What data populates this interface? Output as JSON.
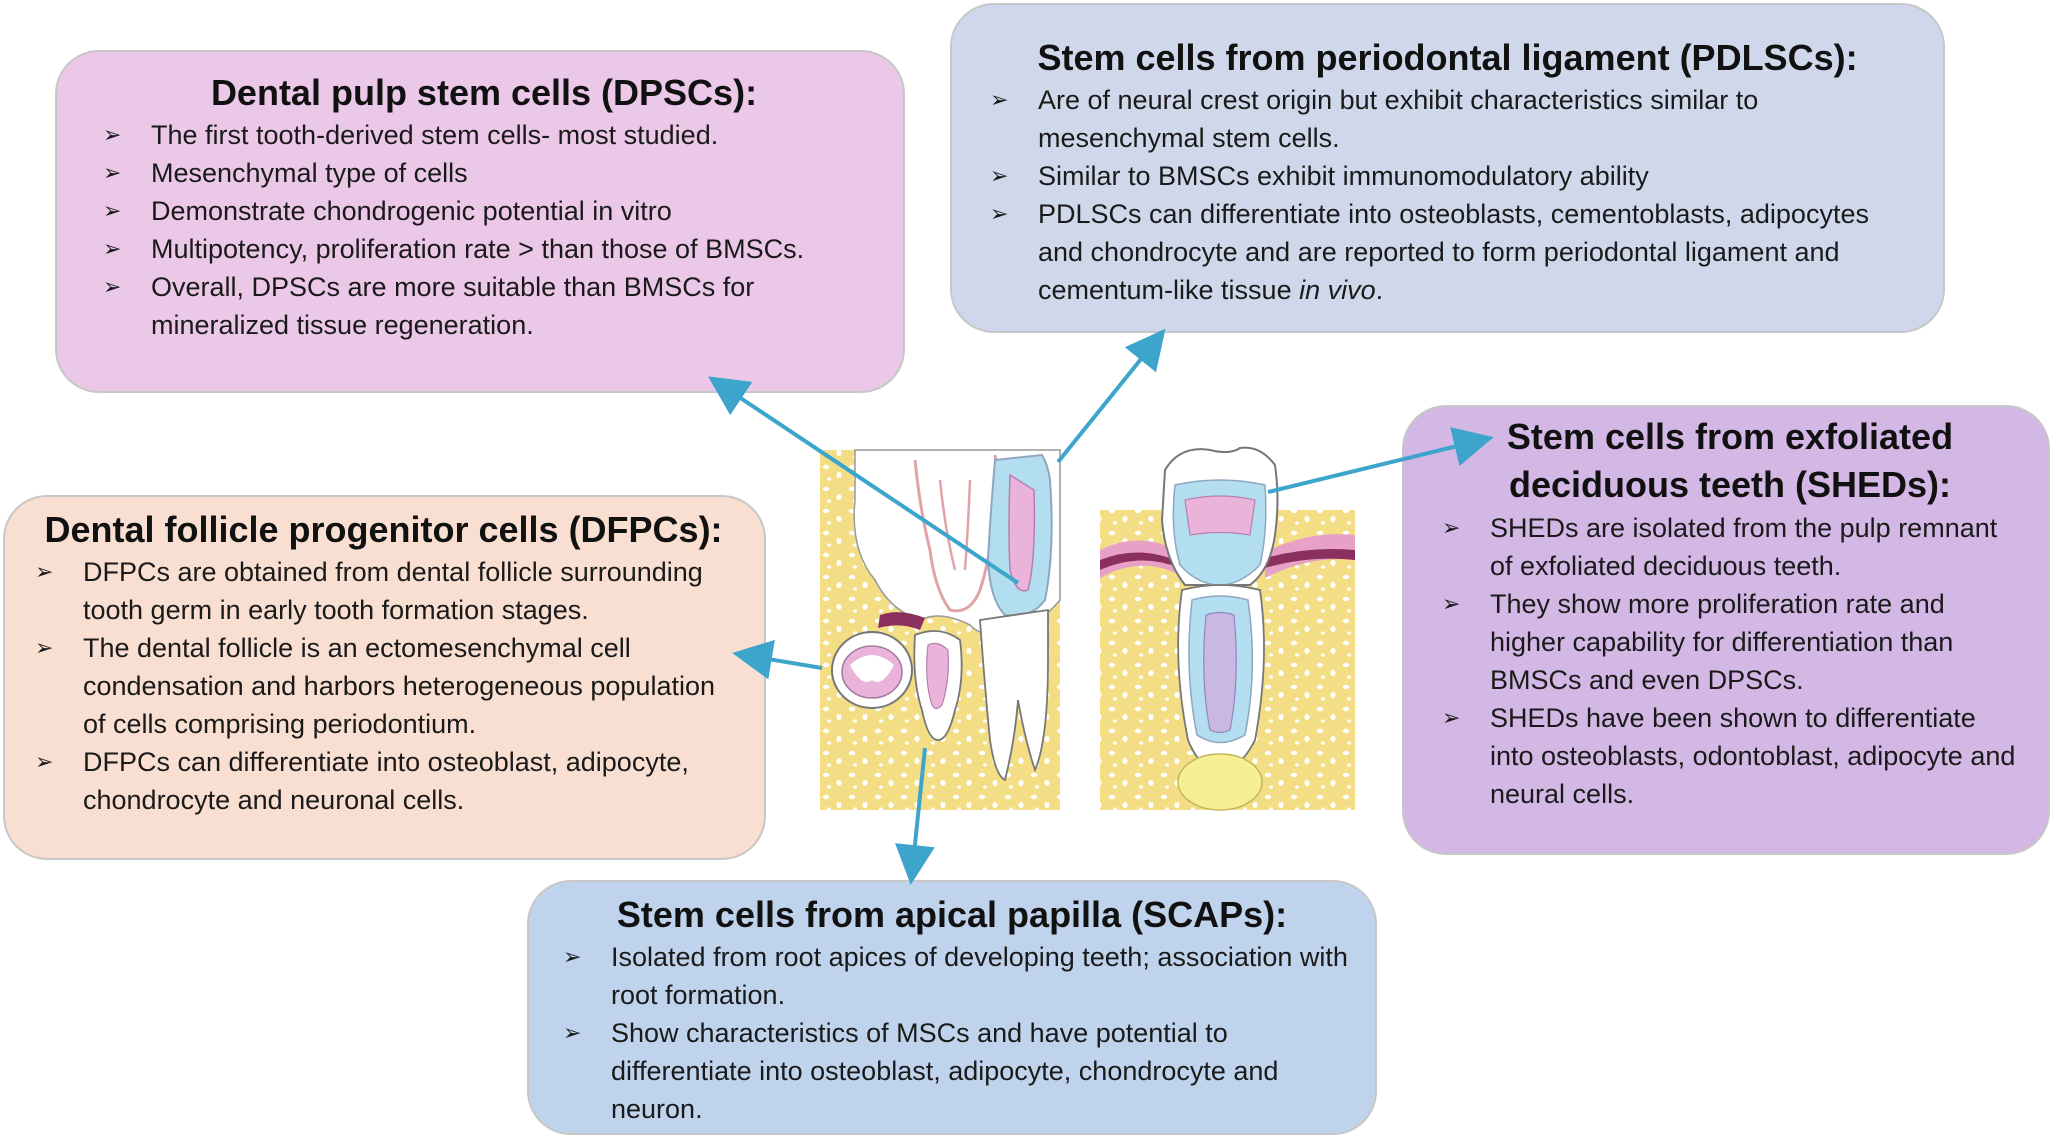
{
  "dpsc": {
    "title": "Dental pulp stem cells (DPSCs):",
    "bullets": [
      "The first tooth-derived stem cells- most studied.",
      "Mesenchymal type of cells",
      "Demonstrate chondrogenic potential in vitro",
      "Multipotency, proliferation rate > than those of BMSCs.",
      "Overall, DPSCs are more suitable than BMSCs for mineralized tissue regeneration."
    ]
  },
  "pdlsc": {
    "title": "Stem cells from periodontal ligament (PDLSCs):",
    "bullets": [
      "Are of neural crest origin but exhibit characteristics similar to mesenchymal stem cells.",
      "Similar to BMSCs exhibit immunomodulatory ability",
      "PDLSCs can differentiate into osteoblasts, cementoblasts, adipocytes and chondrocyte and are reported to form periodontal ligament and cementum-like tissue"
    ],
    "italic_tail": "in vivo",
    "tail_punct": "."
  },
  "shed": {
    "title_line1": "Stem cells from exfoliated",
    "title_line2": "deciduous teeth (SHEDs):",
    "bullets": [
      "SHEDs are isolated from the pulp remnant of exfoliated deciduous teeth.",
      "They show more proliferation rate and higher capability for differentiation than BMSCs and even DPSCs.",
      "SHEDs have been shown to differentiate into osteoblasts, odontoblast, adipocyte and neural cells."
    ]
  },
  "dfpc": {
    "title": "Dental follicle progenitor cells (DFPCs):",
    "bullets": [
      "DFPCs are obtained from dental follicle surrounding tooth germ in early tooth formation stages.",
      "The dental follicle is an ectomesenchymal cell condensation and harbors heterogeneous population of cells comprising periodontium.",
      "DFPCs can differentiate into osteoblast, adipocyte, chondrocyte and neuronal cells."
    ]
  },
  "scap": {
    "title": "Stem cells from apical papilla (SCAPs):",
    "bullets": [
      "Isolated from root apices of developing teeth; association with root formation.",
      "Show characteristics of MSCs and have potential to differentiate into osteoblast, adipocyte, chondrocyte and neuron."
    ]
  },
  "bullet_glyph": "➢",
  "colors": {
    "arrow": "#3da4cc",
    "dpsc_box": "#ebc8e8",
    "pdlsc_box": "#cfd8ea",
    "shed_box": "#d3b7e4",
    "dfpc_box": "#f8dfd2",
    "scap_box": "#bfd4ec",
    "bone": "#f3de86",
    "gum": "#e7a0c6",
    "pulp": "#e9b3da",
    "dentin": "#b2def0"
  }
}
